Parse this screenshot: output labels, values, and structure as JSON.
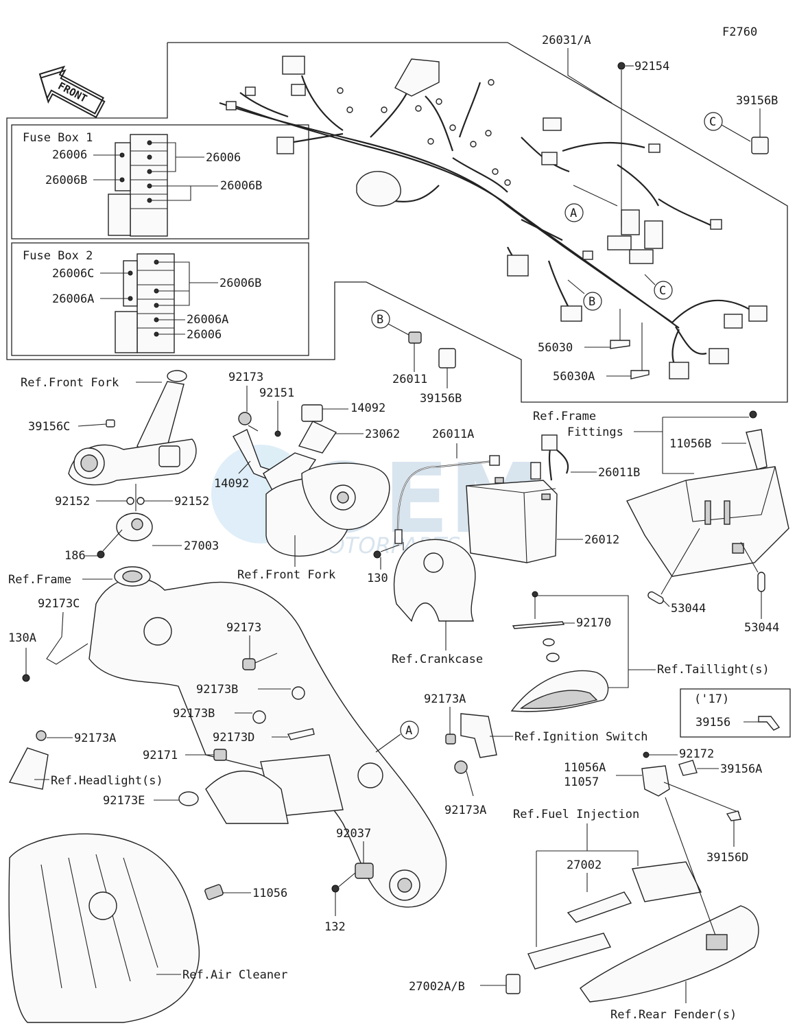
{
  "figure_code": "F2760",
  "front_arrow": "FRONT",
  "watermark": {
    "main": "OEM",
    "sub": "MOTORPARTS"
  },
  "fuse_box_1": {
    "title": "Fuse Box 1",
    "labels": [
      "26006",
      "26006B",
      "26006",
      "26006B"
    ]
  },
  "fuse_box_2": {
    "title": "Fuse Box 2",
    "labels": [
      "26006C",
      "26006A",
      "26006B",
      "26006A",
      "26006"
    ]
  },
  "callout_letters": [
    "A",
    "B",
    "C"
  ],
  "harness_labels": [
    "26031/A",
    "92154",
    "39156B",
    "56030",
    "56030A"
  ],
  "mid_labels": [
    "26011",
    "39156B",
    "14092",
    "23062",
    "26011A",
    "92173",
    "92151",
    "14092",
    "26011B",
    "26012",
    "130"
  ],
  "refs": {
    "front_fork_top": "Ref.Front Fork",
    "front_fork_mid": "Ref.Front Fork",
    "frame_fittings_1": "Ref.Frame",
    "frame_fittings_2": "Fittings",
    "crankcase": "Ref.Crankcase",
    "frame": "Ref.Frame",
    "taillight": "Ref.Taillight(s)",
    "ignition_switch": "Ref.Ignition Switch",
    "headlight": "Ref.Headlight(s)",
    "fuel_injection": "Ref.Fuel Injection",
    "air_cleaner": "Ref.Air Cleaner",
    "rear_fender": "Ref.Rear Fender(s)"
  },
  "left_labels": [
    "39156C",
    "92152",
    "92152",
    "27003",
    "186",
    "92173C",
    "130A"
  ],
  "frame_labels": [
    "92173",
    "92173B",
    "92173B",
    "92173D",
    "92171",
    "92173A",
    "92173E",
    "92037",
    "11056",
    "132"
  ],
  "right_labels": [
    "11056B",
    "53044",
    "53044",
    "92170",
    "92173A",
    "92173A",
    "92172",
    "11056A",
    "11057",
    "39156A",
    "39156D",
    "27002",
    "27002A/B"
  ],
  "year_box": {
    "year": "('17)",
    "part": "39156"
  }
}
